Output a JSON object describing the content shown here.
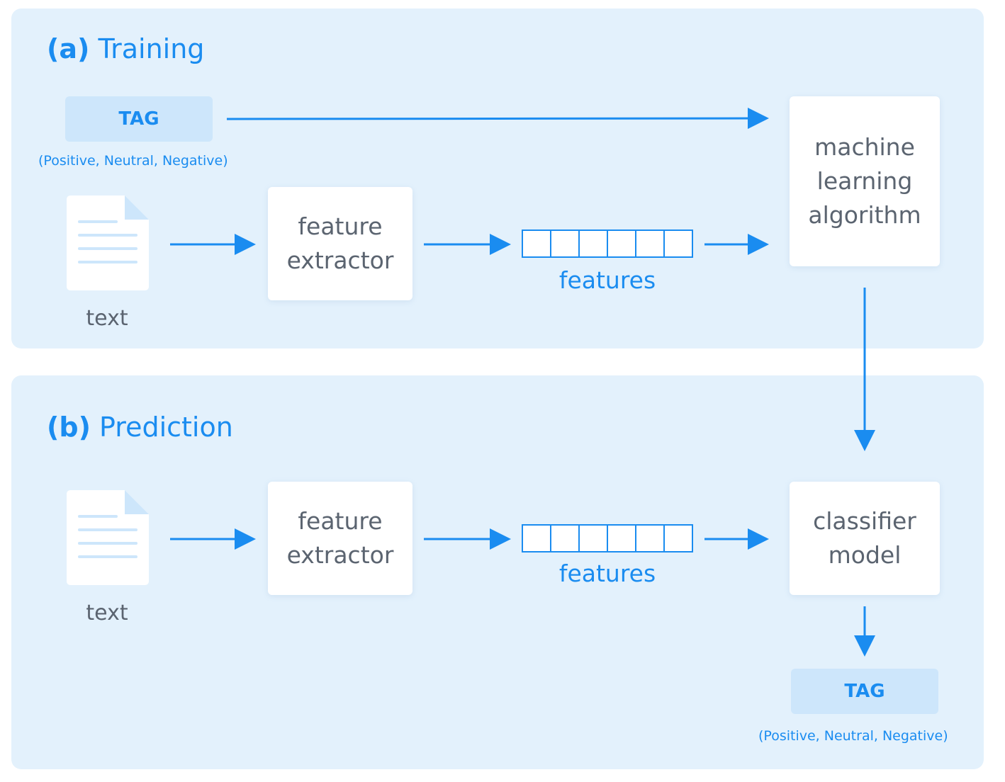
{
  "colors": {
    "accent": "#1a8cf0",
    "panel": "#e3f1fc",
    "tag_fill": "#cde6fb",
    "box_text": "#5b6470"
  },
  "training": {
    "label_prefix": "(a)",
    "label": "Training",
    "tag": "TAG",
    "tag_note": "(Positive, Neutral, Negative)",
    "doc_label": "text",
    "feature_extractor": "feature\nextractor",
    "features_label": "features",
    "ml_algorithm": "machine\nlearning\nalgorithm"
  },
  "prediction": {
    "label_prefix": "(b)",
    "label": "Prediction",
    "doc_label": "text",
    "feature_extractor": "feature\nextractor",
    "features_label": "features",
    "classifier": "classifier\nmodel",
    "tag": "TAG",
    "tag_note": "(Positive, Neutral, Negative)"
  },
  "icons": {
    "document": "document-icon",
    "arrow": "arrow-right-icon"
  }
}
